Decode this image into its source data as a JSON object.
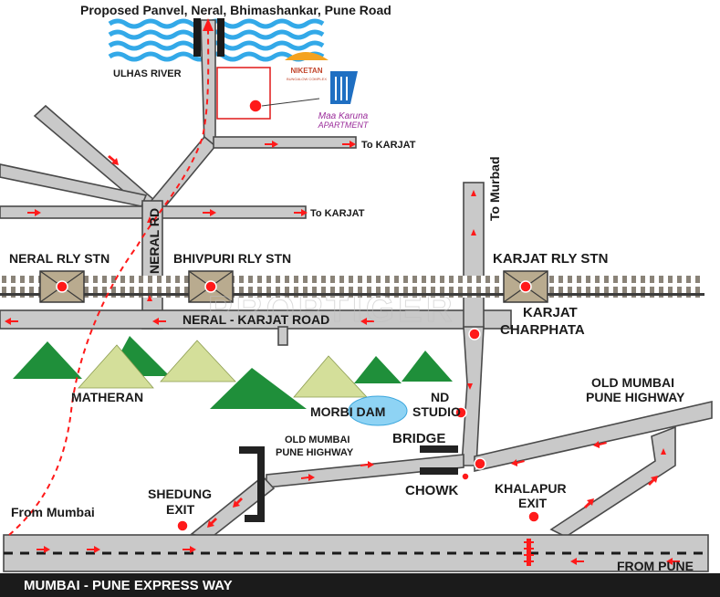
{
  "labels": {
    "top_road": "Proposed Panvel, Neral, Bhimashankar, Pune Road",
    "river": "ULHAS RIVER",
    "to_karjat_upper": "To KARJAT",
    "to_karjat_lower": "To  KARJAT",
    "to_murbad": "To Murbad",
    "neral_rd": "NERAL RD",
    "neral_station": "NERAL RLY STN",
    "bhivpuri_station": "BHIVPURI RLY STN",
    "karjat_station": "KARJAT RLY STN",
    "neral_karjat_road": "NERAL - KARJAT ROAD",
    "karjat_charphata_1": "KARJAT",
    "karjat_charphata_2": "CHARPHATA",
    "matheran": "MATHERAN",
    "morbi_dam": "MORBI DAM",
    "nd_studio_1": "ND",
    "nd_studio_2": "STUDIO",
    "old_highway_mid_1": "OLD MUMBAI",
    "old_highway_mid_2": "PUNE HIGHWAY",
    "old_highway_right_1": "OLD MUMBAI",
    "old_highway_right_2": "PUNE HIGHWAY",
    "bridge": "BRIDGE",
    "chowk": "CHOWK",
    "shedung_1": "SHEDUNG",
    "shedung_2": "EXIT",
    "khalapur_1": "KHALAPUR",
    "khalapur_2": "EXIT",
    "from_mumbai": "From Mumbai",
    "from_pune": "FROM PUNE",
    "expressway": "MUMBAI - PUNE EXPRESS WAY"
  },
  "logos": {
    "niketan_1": "NIKETAN",
    "niketan_2": "BUNGALOW COMPLEX",
    "project_1": "Maa Karuna",
    "project_2": "APARTMENT"
  },
  "watermark": "PROPTIGER",
  "colors": {
    "road": "#c9c9c9",
    "road_edge": "#4a4a4a",
    "arrow": "#ff1a1a",
    "hill_dark": "#1f8f3a",
    "hill_light": "#d4df9a",
    "water": "#33a9e8",
    "dam": "#8ed3f4",
    "expressway_band": "#1b1b1b",
    "project_text": "#9b2d9b"
  }
}
